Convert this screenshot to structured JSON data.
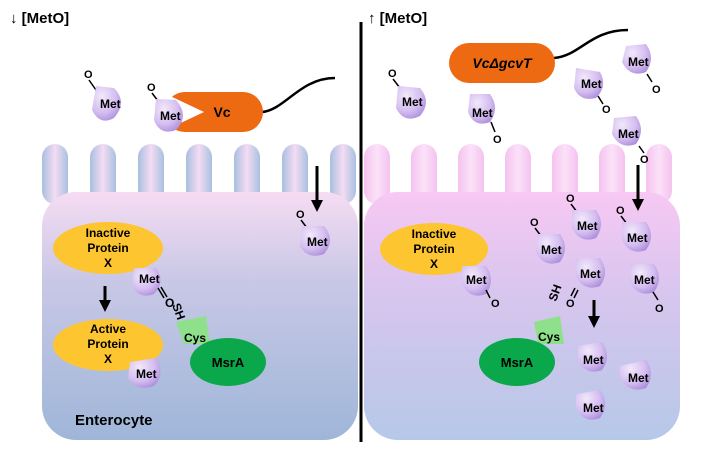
{
  "left_panel": {
    "header": "↓ [MetO]",
    "bacterium_label": "Vc",
    "cell_label": "Enterocyte",
    "protein_inactive": [
      "Inactive",
      "Protein",
      "X"
    ],
    "protein_active": [
      "Active",
      "Protein",
      "X"
    ],
    "enzyme_label": "MsrA",
    "cys_label": "Cys",
    "sh_label": "SH",
    "met_label": "Met",
    "oxygen_label": "O"
  },
  "right_panel": {
    "header": "↑ [MetO]",
    "bacterium_label": "VcΔgcvT",
    "protein_inactive": [
      "Inactive",
      "Protein",
      "X"
    ],
    "enzyme_label": "MsrA",
    "cys_label": "Cys",
    "sh_label": "SH",
    "met_label": "Met",
    "oxygen_label": "O"
  },
  "colors": {
    "left_cell_top": "#f6dcf3",
    "left_cell_bottom": "#9fb6d9",
    "right_cell_top": "#f7c8f3",
    "right_cell_bottom": "#b6c8e8",
    "bacterium": "#ee6a12",
    "protein": "#fdc530",
    "msra": "#0aa84b",
    "cys": "#8fe08a",
    "met_light": "#ead7f5",
    "met_dark": "#b393e0"
  }
}
